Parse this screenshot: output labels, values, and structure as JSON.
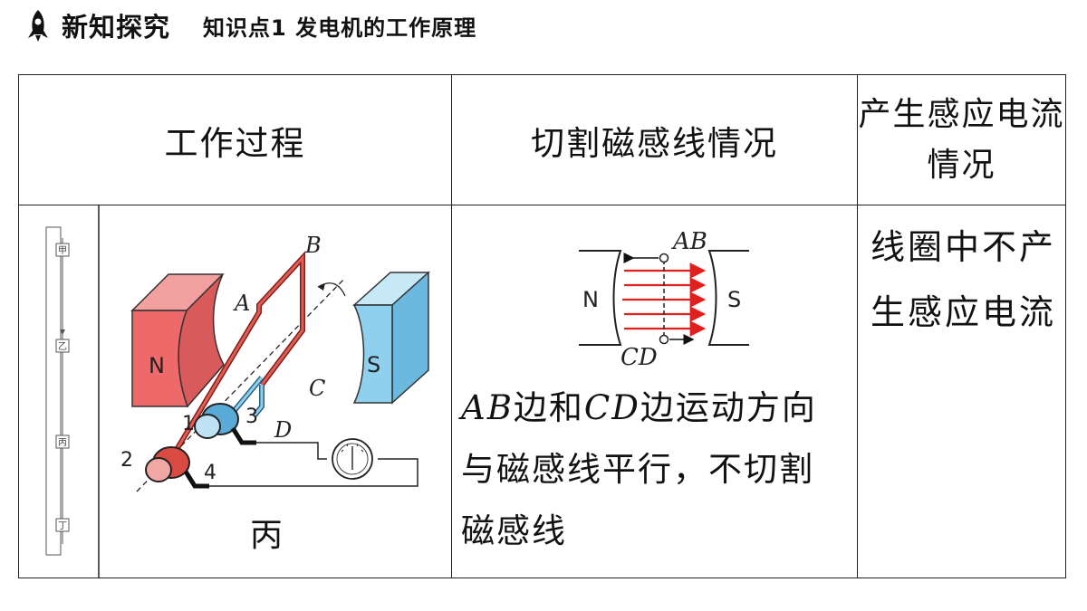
{
  "header": {
    "section_title": "新知探究",
    "point_title": "知识点1  发电机的工作原理"
  },
  "table": {
    "headers": [
      "工作过程",
      "切割磁感线情况",
      "产生感应电流情况"
    ],
    "row": {
      "caption": "丙",
      "cutting_prefix_a": "AB",
      "cutting_mid_1": "边和",
      "cutting_prefix_b": "CD",
      "cutting_rest": "边运动方向与磁感线平行，不切割磁感线",
      "current": "线圈中不产生感应电流"
    }
  },
  "figure_left": {
    "stages": [
      "甲",
      "乙",
      "丙",
      "丁"
    ],
    "magnet_n": "N",
    "magnet_s": "S",
    "labels": [
      "A",
      "B",
      "C",
      "D"
    ],
    "numbers": [
      "1",
      "2",
      "3",
      "4"
    ],
    "colors": {
      "magnet_n": "#ee6a6a",
      "magnet_s": "#8fd0ee",
      "coil": "#d94a43",
      "coil2": "#5aaad8"
    }
  },
  "figure_mid": {
    "pole_n": "N",
    "pole_s": "S",
    "label_top": "AB",
    "label_bottom": "CD",
    "field_color": "#e02020"
  }
}
